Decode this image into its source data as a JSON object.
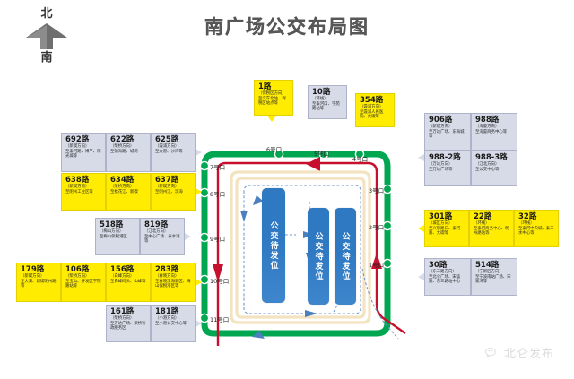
{
  "title": "南广场公交布局图",
  "compass": {
    "north": "北",
    "south": "南"
  },
  "watermark": {
    "text": "北仑发布",
    "icon": "wechat-icon"
  },
  "colors": {
    "green_road": "#00a650",
    "red_road": "#c8102e",
    "yellow_label": "#ffec00",
    "blue_label": "#d7dbe8",
    "bay_blue": "#2f79c3",
    "title_gray": "#5c5c5c"
  },
  "bays": [
    {
      "label": "公交待发位"
    },
    {
      "label": "公交待发位"
    },
    {
      "label": "公交待发位"
    }
  ],
  "gates": [
    {
      "label": "1号口"
    },
    {
      "label": "2号口"
    },
    {
      "label": "3号口"
    },
    {
      "label": "4号口"
    },
    {
      "label": "5号口"
    },
    {
      "label": "6号口"
    },
    {
      "label": "7号口"
    },
    {
      "label": "8号口"
    },
    {
      "label": "9号口"
    },
    {
      "label": "10号口"
    },
    {
      "label": "11号口"
    }
  ],
  "route_labels": {
    "top_left_blue": [
      {
        "no": "692路",
        "dir": "（新碶方向）",
        "dest": "至泰河路、博平、阳光城等"
      },
      {
        "no": "622路",
        "dir": "（柴桥方向）",
        "dest": "至镇海路、城湾"
      },
      {
        "no": "625路",
        "dir": "（霞浦方向）",
        "dest": "至大港、沙湾等"
      }
    ],
    "top_left_yellow": [
      {
        "no": "638路",
        "dir": "（新碶方向）",
        "dest": "至明州工业区等"
      },
      {
        "no": "634路",
        "dir": "（柴桥方向）",
        "dest": "至松花江、新碶"
      },
      {
        "no": "637路",
        "dir": "（新碶方向）",
        "dest": "至明州江、滨海"
      }
    ],
    "mid_left_blue": [
      {
        "no": "518路",
        "dir": "（梅山方向）",
        "dest": "至梅山保税港区"
      },
      {
        "no": "819路",
        "dir": "（江北方向）",
        "dest": "至中心广场、泰水湾等"
      }
    ],
    "bottom_left_yellow": [
      {
        "no": "179路",
        "dir": "（新碶方向）",
        "dest": "至大溪、新碶明州路等"
      },
      {
        "no": "106路",
        "dir": "（柴桥方向）",
        "dest": "至宝山、开发区学院路站等"
      },
      {
        "no": "156路",
        "dir": "（白峰方向）",
        "dest": "至白峰码头、山峰等"
      },
      {
        "no": "283路",
        "dir": "（春晓方向）",
        "dest": "至春晓滨海新区、梅山保税港区等"
      }
    ],
    "bottom_mid_blue": [
      {
        "no": "161路",
        "dir": "（柴桥方向）",
        "dest": "至万达广场、柴桥行政服务区"
      },
      {
        "no": "181路",
        "dir": "（小港方向）",
        "dest": "至小港公交中心等"
      }
    ],
    "top_center_yellow": [
      {
        "no": "1路",
        "dir": "（保税区方向）",
        "dest": "至汽车北站、保税区站点等"
      }
    ],
    "top_center_blue": [
      {
        "no": "10路",
        "dir": "（环线）",
        "dest": "至泰河口、学苑路站等"
      }
    ],
    "top_center_yellow2": [
      {
        "no": "354路",
        "dir": "（霞浦方向）",
        "dest": "至霞浦人民医院、大碶等"
      }
    ],
    "right_top_blue": [
      {
        "no": "906路",
        "dir": "（新碶方向）",
        "dest": "至万达广场、东海城等"
      },
      {
        "no": "988路",
        "dir": "（海晏方向）",
        "dest": "至海晏商务中心等"
      },
      {
        "no": "988-2路",
        "dir": "（万达方向）",
        "dest": "至万达广场等"
      },
      {
        "no": "988-3路",
        "dir": "（江北方向）",
        "dest": "至公交中心等"
      }
    ],
    "right_mid_yellow": [
      {
        "no": "301路",
        "dir": "（城区方向）",
        "dest": "至兴慈路口、泰河路、大碶等"
      },
      {
        "no": "22路",
        "dir": "（环线）",
        "dest": "至泰河商务中心、明州路站等"
      },
      {
        "no": "32路",
        "dir": "（环线）",
        "dest": "至泰河中央城、泰三水中心等"
      }
    ],
    "right_bottom_blue": [
      {
        "no": "30路",
        "dir": "（东三路方向）",
        "dest": "至北仑广场、宋庙路、东三路站中心"
      },
      {
        "no": "514路",
        "dir": "（宁新区方向）",
        "dest": "至宁波南站广场、宋家湾等"
      }
    ]
  }
}
